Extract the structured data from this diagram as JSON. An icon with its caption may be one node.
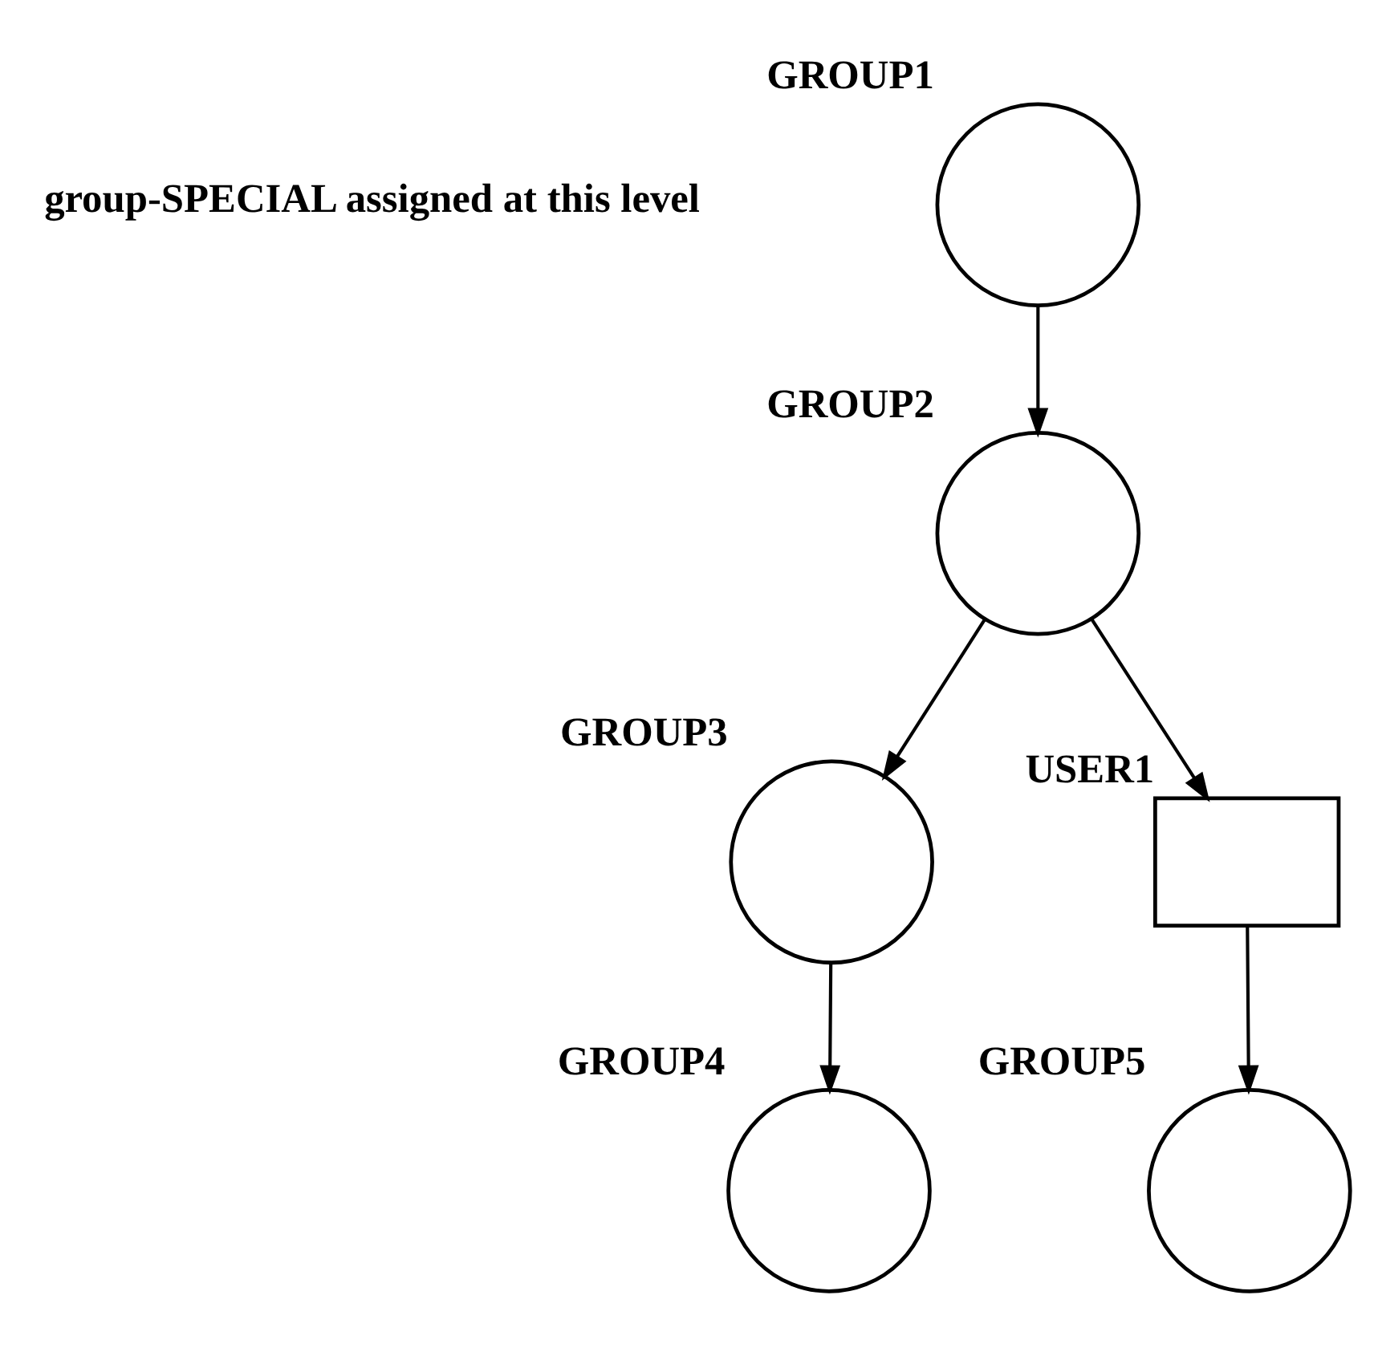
{
  "diagram": {
    "nodes": [
      {
        "text": [],
        "shape": "circle",
        "beside": [
          "GROUP1"
        ]
      },
      {
        "text": [],
        "shape": "circle",
        "beside": [
          "GROUP2"
        ]
      },
      {
        "text": [],
        "shape": "circle",
        "beside": [
          "GROUP3"
        ]
      },
      {
        "text": [],
        "shape": "box",
        "beside": [
          "USER1"
        ]
      },
      {
        "text": [],
        "shape": "circle",
        "beside": [
          "GROUP4"
        ]
      },
      {
        "text": [],
        "shape": "circle",
        "beside": [
          "GROUP5"
        ]
      }
    ],
    "edges": [
      {
        "from": 0,
        "to": 1,
        "arrow": "to"
      },
      {
        "from": 1,
        "to": 2,
        "arrow": "to"
      },
      {
        "from": 1,
        "to": 3,
        "arrow": "to"
      },
      {
        "from": 2,
        "to": 4,
        "arrow": "to"
      },
      {
        "from": 3,
        "to": 5,
        "arrow": "to"
      }
    ],
    "labels": [
      "group-SPECIAL assigned at this level"
    ]
  }
}
